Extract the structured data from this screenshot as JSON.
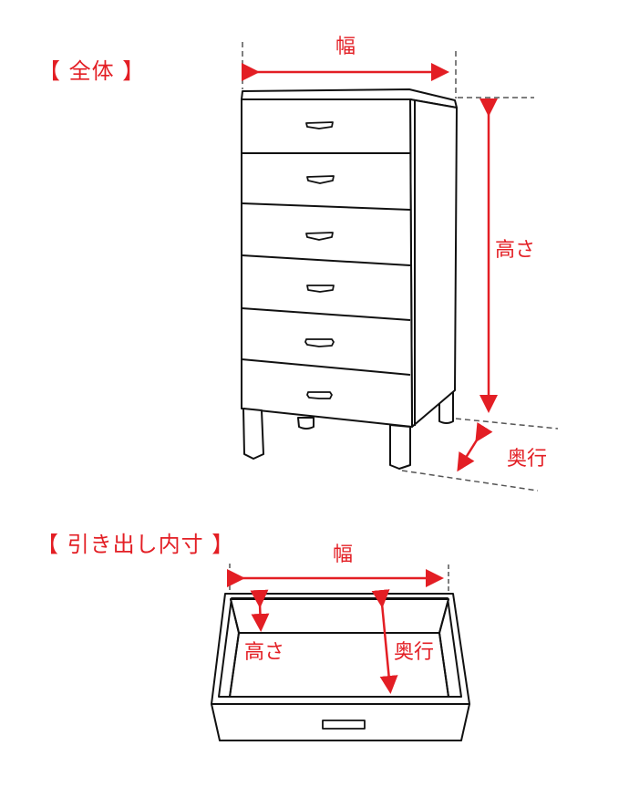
{
  "colors": {
    "accent": "#e31e24",
    "line": "#111111",
    "guide": "#555555",
    "background": "#ffffff"
  },
  "overall": {
    "title": "【 全体 】",
    "labels": {
      "width": "幅",
      "height": "高さ",
      "depth": "奥行"
    },
    "drawer_count": 6
  },
  "drawer_interior": {
    "title": "【 引き出し内寸 】",
    "labels": {
      "width": "幅",
      "height": "高さ",
      "depth": "奥行"
    }
  }
}
